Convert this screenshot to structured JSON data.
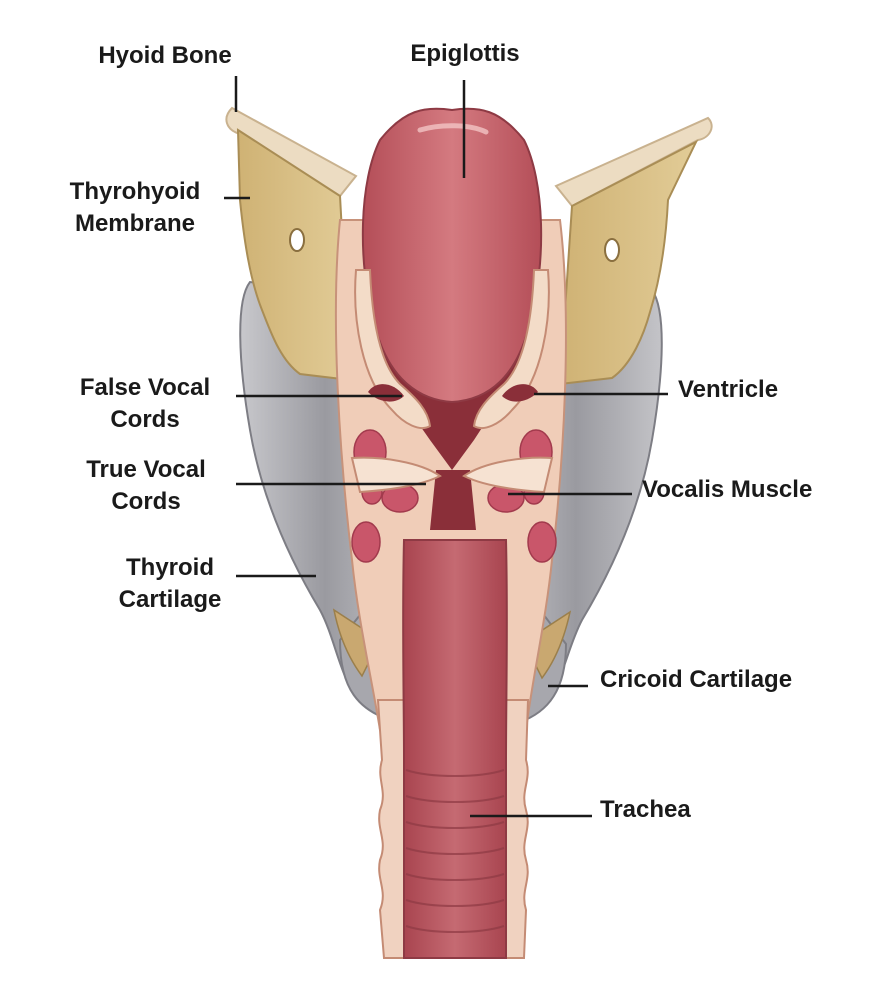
{
  "labels": {
    "hyoid_bone": "Hyoid Bone",
    "epiglottis": "Epiglottis",
    "thyrohyoid_line1": "Thyrohyoid",
    "thyrohyoid_line2": "Membrane",
    "false_vocal_line1": "False Vocal",
    "false_vocal_line2": "Cords",
    "ventricle": "Ventricle",
    "true_vocal_line1": "True Vocal",
    "true_vocal_line2": "Cords",
    "vocalis_muscle": "Vocalis Muscle",
    "thyroid_line1": "Thyroid",
    "thyroid_line2": "Cartilage",
    "cricoid_cartilage": "Cricoid Cartilage",
    "trachea": "Trachea"
  },
  "colors": {
    "bone": "#e8d8bc",
    "membrane": "#d8bf86",
    "thyroid_cartilage": "#a9a9ad",
    "epiglottis": "#c25a62",
    "lumen": "#8a2f39",
    "mucosa": "#f2d2bf",
    "muscle": "#c9566a",
    "trachea": "#b5525d",
    "leader": "#1a1a1a"
  }
}
